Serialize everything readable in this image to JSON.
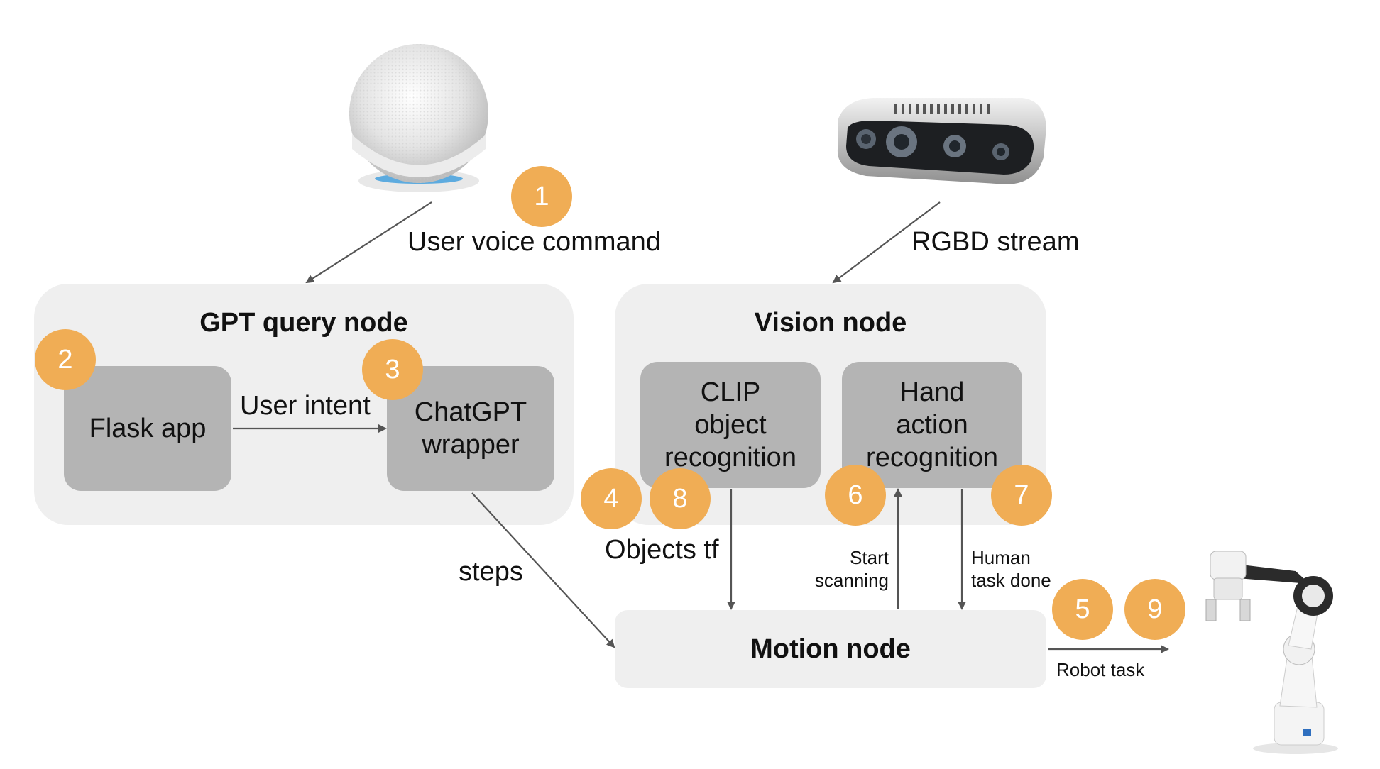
{
  "badges": {
    "b1": "1",
    "b2": "2",
    "b3": "3",
    "b4": "4",
    "b5": "5",
    "b6": "6",
    "b7": "7",
    "b8": "8",
    "b9": "9"
  },
  "edges": {
    "user_voice_command": "User voice command",
    "rgbd_stream": "RGBD stream",
    "user_intent": "User intent",
    "steps": "steps",
    "objects_tf": "Objects tf",
    "start_scanning": [
      "Start",
      "scanning"
    ],
    "human_task_done": [
      "Human",
      "task done"
    ],
    "robot_task": "Robot task"
  },
  "gpt_node": {
    "title": "GPT query node",
    "flask": "Flask app",
    "chatgpt": [
      "ChatGPT",
      "wrapper"
    ]
  },
  "vision_node": {
    "title": "Vision node",
    "clip": [
      "CLIP",
      "object",
      "recognition"
    ],
    "hand": [
      "Hand",
      "action",
      "recognition"
    ]
  },
  "motion_node": {
    "title": "Motion node"
  },
  "colors": {
    "badge": "#f0ad55",
    "group_bg": "#efefef",
    "box_bg": "#b4b4b4",
    "arrow": "#555555"
  }
}
